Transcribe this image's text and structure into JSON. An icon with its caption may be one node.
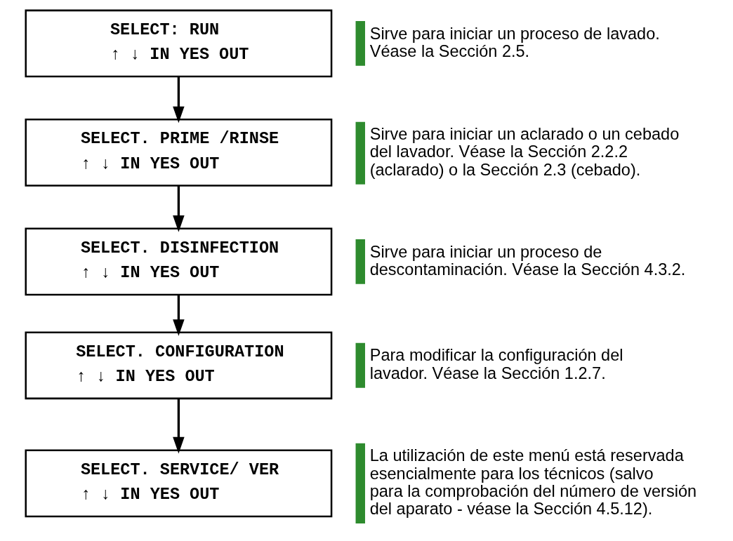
{
  "diagram": {
    "nodes": [
      {
        "text": [
          "SELECT: RUN",
          "↑ ↓ IN YES OUT"
        ],
        "beside": [
          "Sirve para iniciar un proceso de lavado. Véase la Sección 2.5."
        ]
      },
      {
        "text": [
          "SELECT. PRIME /RINSE",
          "↑ ↓ IN YES OUT"
        ],
        "beside": [
          "Sirve para iniciar un aclarado o un cebado del lavador. Véase la Sección 2.2.2 (aclarado) o la Sección 2.3 (cebado)."
        ]
      },
      {
        "text": [
          "SELECT. DISINFECTION",
          "↑ ↓ IN YES OUT"
        ],
        "beside": [
          "Sirve para iniciar un proceso de descontaminación. Véase la Sección 4.3.2."
        ]
      },
      {
        "text": [
          "SELECT. CONFIGURATION",
          "↑ ↓ IN YES OUT"
        ],
        "beside": [
          "Para modificar la configuración del lavador. Véase la Sección 1.2.7."
        ]
      },
      {
        "text": [
          "SELECT. SERVICE/ VER",
          "↑ ↓ IN YES OUT"
        ],
        "beside": [
          "La utilización de este menú está reservada esencialmente para los técnicos (salvo para la comprobación del número de versión del aparato - véase la Sección 4.5.12)."
        ]
      }
    ],
    "edges": [
      {
        "from": 0,
        "to": 1,
        "arrow": "to"
      },
      {
        "from": 1,
        "to": 2,
        "arrow": "to"
      },
      {
        "from": 2,
        "to": 3,
        "arrow": "to"
      },
      {
        "from": 3,
        "to": 4,
        "arrow": "to"
      }
    ]
  }
}
